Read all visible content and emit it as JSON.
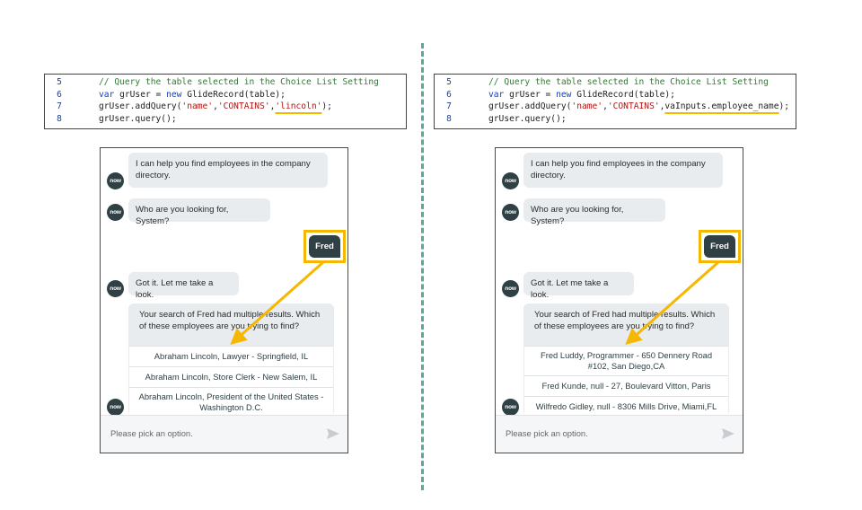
{
  "left": {
    "code": {
      "lines": [
        {
          "num": "5",
          "comment": "// Query the table selected in the Choice List Setting"
        },
        {
          "num": "6",
          "kw1": "var",
          "t1": " grUser = ",
          "kw2": "new",
          "t2": " GlideRecord(table);"
        },
        {
          "num": "7",
          "t1": "grUser.addQuery(",
          "s1": "'name'",
          "c1": ",",
          "s2": "'CONTAINS'",
          "c2": ",",
          "arg": "'lincoln'",
          "end": ");"
        },
        {
          "num": "8",
          "t1": "grUser.query();"
        }
      ]
    },
    "chat": {
      "avatar_text": "now",
      "bot_message_1": "I can help you find employees in the company directory.",
      "bot_message_2": "Who are you looking for, System?",
      "user_message": "Fred",
      "bot_message_3": "Got it. Let me take a look.",
      "prompt": "Your search of Fred had multiple results. Which of these employees are you trying to find?",
      "options": [
        "Abraham Lincoln, Lawyer - Springfield, IL",
        "Abraham Lincoln, Store Clerk - New Salem, IL",
        "Abraham Lincoln, President of the United States - Washington D.C."
      ],
      "input_placeholder": "Please pick an option."
    }
  },
  "right": {
    "code": {
      "lines": [
        {
          "num": "5",
          "comment": "// Query the table selected in the Choice List Setting"
        },
        {
          "num": "6",
          "kw1": "var",
          "t1": " grUser = ",
          "kw2": "new",
          "t2": " GlideRecord(table);"
        },
        {
          "num": "7",
          "t1": "grUser.addQuery(",
          "s1": "'name'",
          "c1": ",",
          "s2": "'CONTAINS'",
          "c2": ",",
          "arg": "vaInputs.employee_name",
          "end": ");"
        },
        {
          "num": "8",
          "t1": "grUser.query();"
        }
      ]
    },
    "chat": {
      "avatar_text": "now",
      "bot_message_1": "I can help you find employees in the company directory.",
      "bot_message_2": "Who are you looking for, System?",
      "user_message": "Fred",
      "bot_message_3": "Got it. Let me take a look.",
      "prompt": "Your search of Fred had multiple results. Which of these employees are you trying to find?",
      "options": [
        "Fred Luddy, Programmer - 650 Dennery Road #102, San Diego,CA",
        "Fred Kunde, null - 27, Boulevard Vitton, Paris",
        "Wilfredo Gidley, null - 8306 Mills Drive, Miami,FL"
      ],
      "input_placeholder": "Please pick an option."
    }
  },
  "colors": {
    "highlight": "#f5b700",
    "divider": "#5aa89a",
    "bot_avatar": "#2f4145",
    "user_bubble": "#2f4145",
    "bot_bubble": "#e9ecee"
  },
  "icons": [
    "send-icon",
    "now-avatar-icon",
    "highlight-arrow"
  ]
}
